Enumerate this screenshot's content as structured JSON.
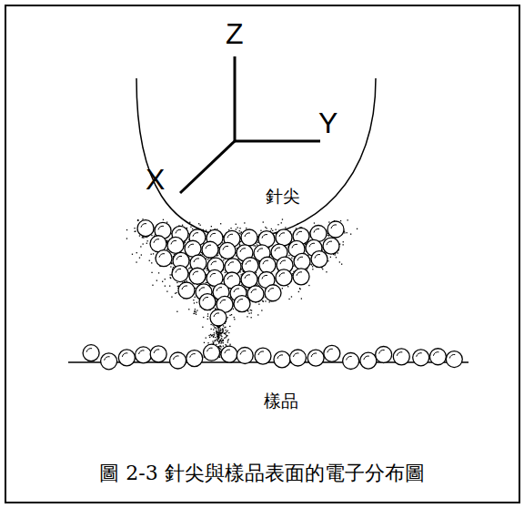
{
  "diagram": {
    "caption": "圖 2-3 針尖與樣品表面的電子分布圖",
    "labels": [
      "Z",
      "Y",
      "X",
      "針尖",
      "樣品"
    ]
  }
}
